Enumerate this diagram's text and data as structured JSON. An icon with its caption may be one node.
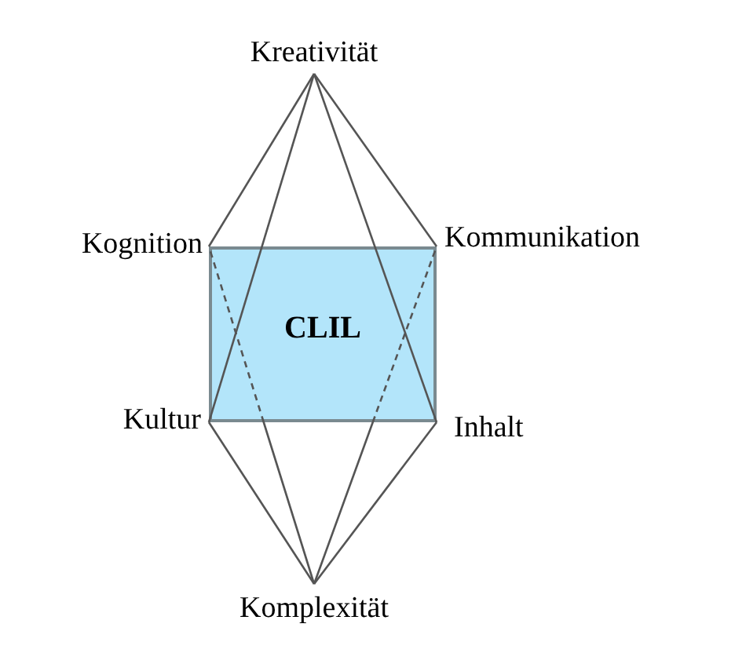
{
  "diagram": {
    "nodes": [
      {
        "text": [
          "Kreativität"
        ]
      },
      {
        "text": [
          "Kognition"
        ]
      },
      {
        "text": [
          "Kommunikation"
        ]
      },
      {
        "text": [
          "CLIL"
        ]
      },
      {
        "text": [
          "Kultur"
        ]
      },
      {
        "text": [
          "Inhalt"
        ]
      },
      {
        "text": [
          "Komplexität"
        ]
      }
    ],
    "edges": [
      {
        "from": 0,
        "to": 1,
        "arrow": "none"
      },
      {
        "from": 0,
        "to": 4,
        "arrow": "none"
      },
      {
        "from": 0,
        "to": 5,
        "arrow": "none"
      },
      {
        "from": 0,
        "to": 2,
        "arrow": "none"
      },
      {
        "from": 6,
        "to": 4,
        "arrow": "none"
      },
      {
        "from": 6,
        "to": 1,
        "arrow": "none",
        "style": "dashed"
      },
      {
        "from": 6,
        "to": 2,
        "arrow": "none",
        "style": "dashed"
      },
      {
        "from": 6,
        "to": 5,
        "arrow": "none"
      }
    ]
  }
}
